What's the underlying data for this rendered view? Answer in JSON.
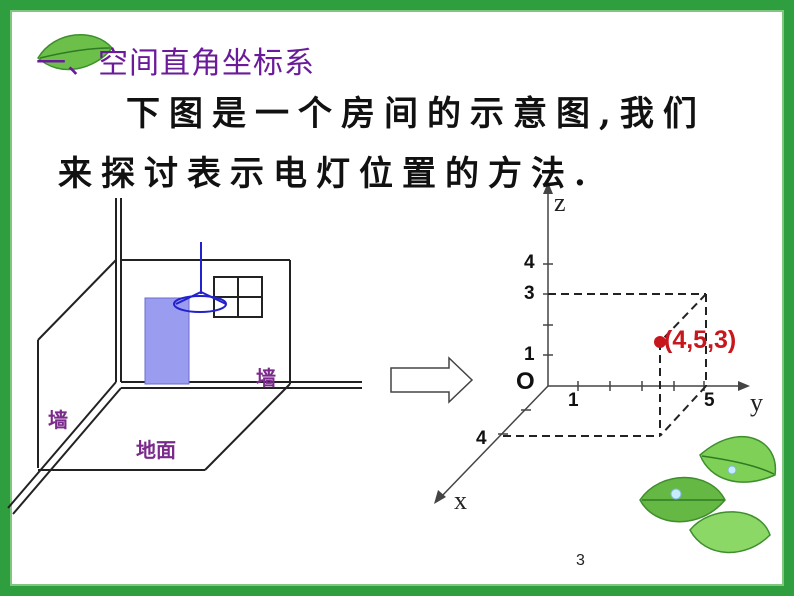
{
  "slide": {
    "heading_number": "一、",
    "heading_text": "空间直角坐标系",
    "body_line1": "下图是一个房间的示意图,我们",
    "body_line2": "来探讨表示电灯位置的方法.",
    "page_number": "3"
  },
  "room": {
    "wall_label_right": "墙",
    "wall_label_left": "墙",
    "floor_label": "地面"
  },
  "axes": {
    "z_letter": "z",
    "y_letter": "y",
    "x_letter": "x",
    "origin_label": "O",
    "z_tick_4": "4",
    "z_tick_3": "3",
    "z_tick_1": "1",
    "y_tick_1": "1",
    "y_tick_5": "5",
    "x_tick_4": "4"
  },
  "point": {
    "label": "(4,5,3)",
    "color": "#c8161d"
  },
  "colors": {
    "frame": "#2f9e3e",
    "heading": "#6a1a9a",
    "room_label": "#7a2a8a",
    "door": "#9a9cf0",
    "lamp": "#2222cc"
  }
}
